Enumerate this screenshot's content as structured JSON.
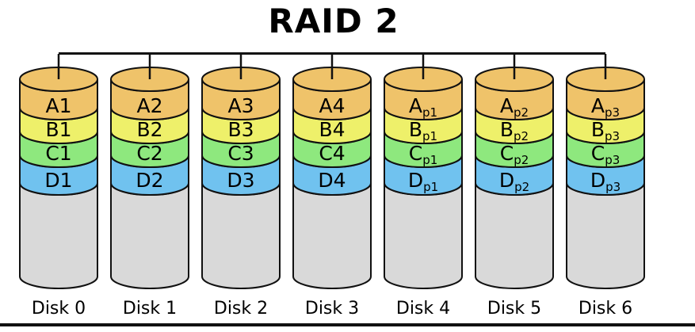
{
  "title": "RAID 2",
  "disks": [
    {
      "name": "Disk 0",
      "cells": [
        {
          "base": "A1",
          "sub": ""
        },
        {
          "base": "B1",
          "sub": ""
        },
        {
          "base": "C1",
          "sub": ""
        },
        {
          "base": "D1",
          "sub": ""
        }
      ]
    },
    {
      "name": "Disk 1",
      "cells": [
        {
          "base": "A2",
          "sub": ""
        },
        {
          "base": "B2",
          "sub": ""
        },
        {
          "base": "C2",
          "sub": ""
        },
        {
          "base": "D2",
          "sub": ""
        }
      ]
    },
    {
      "name": "Disk 2",
      "cells": [
        {
          "base": "A3",
          "sub": ""
        },
        {
          "base": "B3",
          "sub": ""
        },
        {
          "base": "C3",
          "sub": ""
        },
        {
          "base": "D3",
          "sub": ""
        }
      ]
    },
    {
      "name": "Disk 3",
      "cells": [
        {
          "base": "A4",
          "sub": ""
        },
        {
          "base": "B4",
          "sub": ""
        },
        {
          "base": "C4",
          "sub": ""
        },
        {
          "base": "D4",
          "sub": ""
        }
      ]
    },
    {
      "name": "Disk 4",
      "cells": [
        {
          "base": "A",
          "sub": "p1"
        },
        {
          "base": "B",
          "sub": "p1"
        },
        {
          "base": "C",
          "sub": "p1"
        },
        {
          "base": "D",
          "sub": "p1"
        }
      ]
    },
    {
      "name": "Disk 5",
      "cells": [
        {
          "base": "A",
          "sub": "p2"
        },
        {
          "base": "B",
          "sub": "p2"
        },
        {
          "base": "C",
          "sub": "p2"
        },
        {
          "base": "D",
          "sub": "p2"
        }
      ]
    },
    {
      "name": "Disk 6",
      "cells": [
        {
          "base": "A",
          "sub": "p3"
        },
        {
          "base": "B",
          "sub": "p3"
        },
        {
          "base": "C",
          "sub": "p3"
        },
        {
          "base": "D",
          "sub": "p3"
        }
      ]
    }
  ],
  "colors": {
    "band_a": "#EFC36A",
    "band_b": "#EEF06A",
    "band_c": "#8EE87E",
    "band_d": "#70C2EF",
    "body": "#D9D9D9",
    "outline": "#111111"
  }
}
